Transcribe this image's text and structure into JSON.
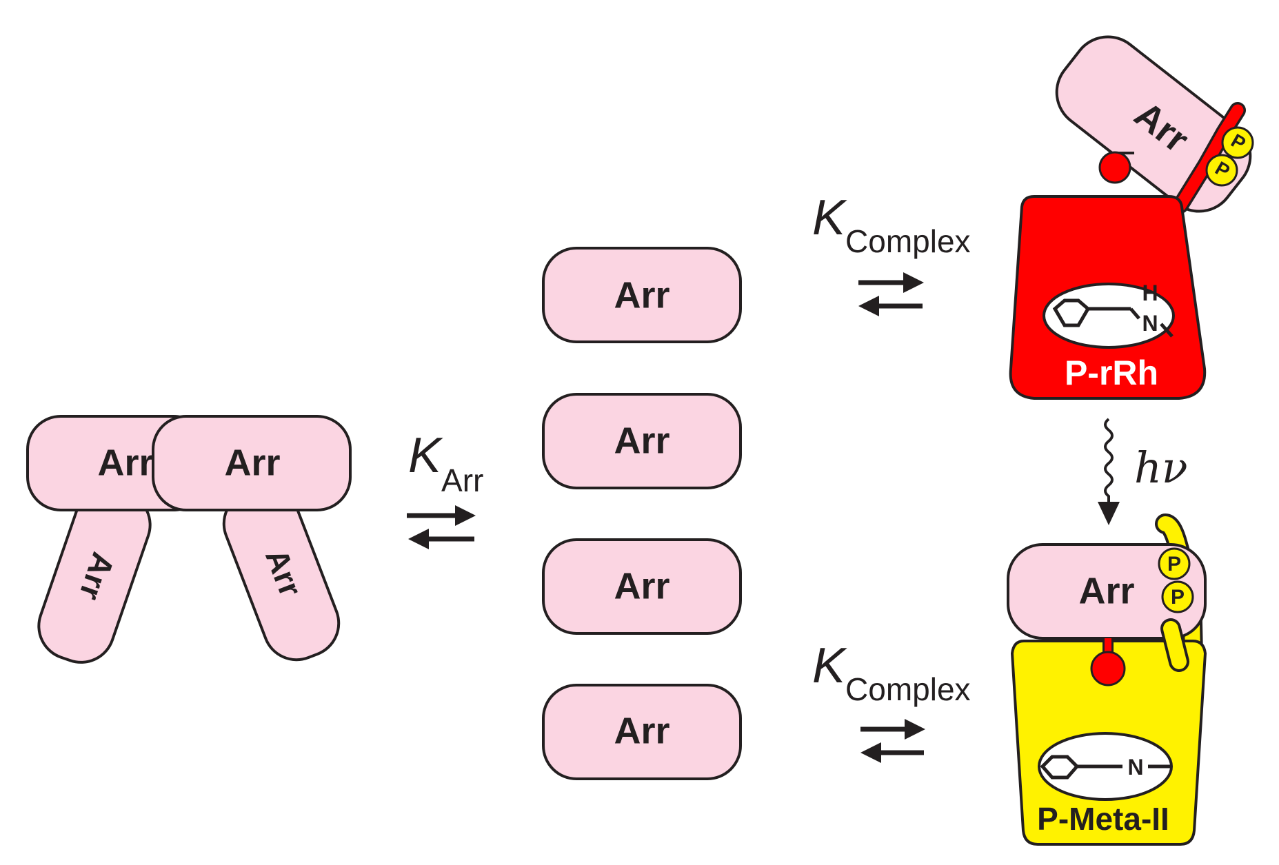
{
  "arrestin": {
    "label": "Arr"
  },
  "equilibria": {
    "k_symbol": "K",
    "arr_subscript": "Arr",
    "complex_subscript": "Complex"
  },
  "rhodopsin_dark": {
    "label": "P-rRh",
    "atom_h": "H",
    "atom_n": "N",
    "color": "#ff0000"
  },
  "rhodopsin_meta": {
    "label": "P-Meta-II",
    "atom_n": "N",
    "color": "#fff200"
  },
  "phosphate": {
    "label": "P",
    "color": "#fff200"
  },
  "light": {
    "label": "hν"
  },
  "colors": {
    "arrestin_fill": "#fbd5e2",
    "outline": "#231f20"
  }
}
